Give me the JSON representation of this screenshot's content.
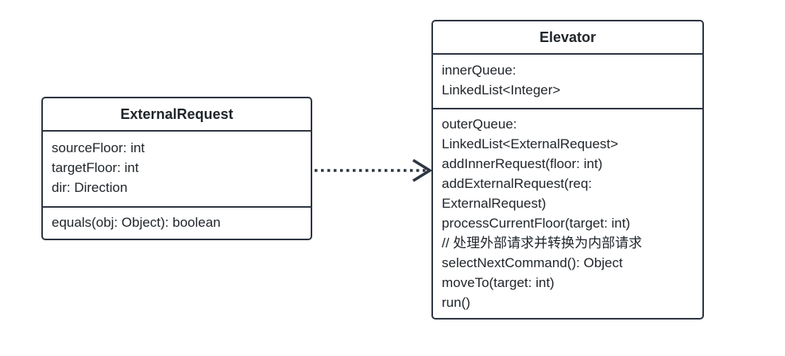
{
  "diagram": {
    "type": "uml-class-diagram",
    "classes": [
      {
        "name": "ExternalRequest",
        "attribute_lines": [
          "sourceFloor: int",
          "targetFloor: int",
          "dir: Direction"
        ],
        "method_lines": [
          "equals(obj: Object): boolean"
        ]
      },
      {
        "name": "Elevator",
        "attribute_lines": [
          "innerQueue:",
          "LinkedList<Integer>"
        ],
        "method_lines": [
          "outerQueue:",
          "LinkedList<ExternalRequest>",
          "addInnerRequest(floor: int)",
          "addExternalRequest(req:",
          "ExternalRequest)",
          "processCurrentFloor(target: int)",
          "// 处理外部请求并转换为内部请求",
          "selectNextCommand(): Object",
          "moveTo(target: int)",
          "run()"
        ]
      }
    ],
    "connector": {
      "type": "dashed-dependency-arrow",
      "from": "ExternalRequest",
      "to": "Elevator",
      "direction": "right"
    }
  },
  "colors": {
    "border": "#2e3642",
    "text": "#21262b",
    "background": "#ffffff"
  }
}
